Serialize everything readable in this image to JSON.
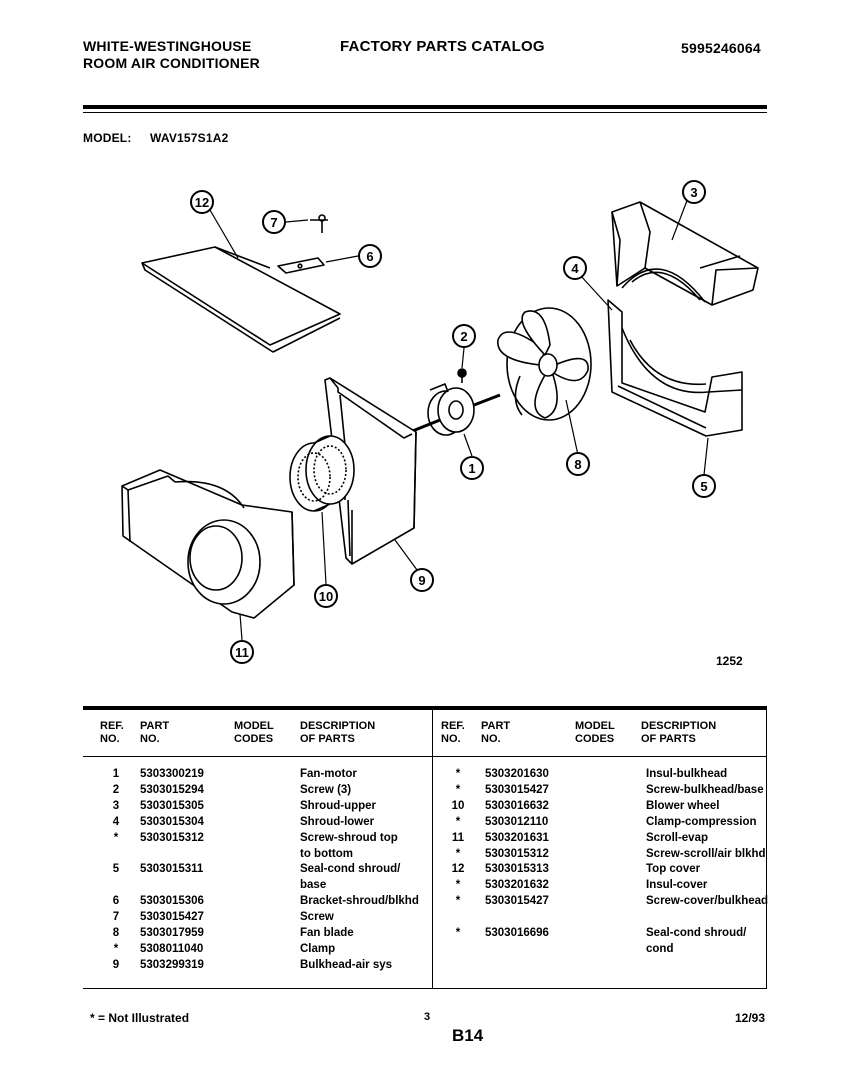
{
  "header": {
    "brand_line1": "WHITE-WESTINGHOUSE",
    "brand_line2": "ROOM AIR CONDITIONER",
    "catalog_title": "FACTORY PARTS CATALOG",
    "catalog_number": "5995246064",
    "model_label": "MODEL:",
    "model_value": "WAV157S1A2"
  },
  "diagram": {
    "figure_code": "1252",
    "callouts": [
      "1",
      "2",
      "3",
      "4",
      "5",
      "6",
      "7",
      "8",
      "9",
      "10",
      "11",
      "12"
    ]
  },
  "table": {
    "headers": {
      "ref": "REF.\nNO.",
      "part": "PART\nNO.",
      "model": "MODEL\nCODES",
      "desc": "DESCRIPTION\nOF PARTS"
    },
    "left_rows": [
      {
        "ref": "1",
        "part": "5303300219",
        "desc": "Fan-motor"
      },
      {
        "ref": "2",
        "part": "5303015294",
        "desc": "Screw (3)"
      },
      {
        "ref": "3",
        "part": "5303015305",
        "desc": "Shroud-upper"
      },
      {
        "ref": "4",
        "part": "5303015304",
        "desc": "Shroud-lower"
      },
      {
        "ref": "*",
        "part": "5303015312",
        "desc": "Screw-shroud top"
      },
      {
        "ref": "",
        "part": "",
        "desc": "to bottom"
      },
      {
        "ref": "5",
        "part": "5303015311",
        "desc": "Seal-cond shroud/"
      },
      {
        "ref": "",
        "part": "",
        "desc": "base"
      },
      {
        "ref": "6",
        "part": "5303015306",
        "desc": "Bracket-shroud/blkhd"
      },
      {
        "ref": "7",
        "part": "5303015427",
        "desc": "Screw"
      },
      {
        "ref": "8",
        "part": "5303017959",
        "desc": "Fan blade"
      },
      {
        "ref": "*",
        "part": "5308011040",
        "desc": "Clamp"
      },
      {
        "ref": "9",
        "part": "5303299319",
        "desc": "Bulkhead-air sys"
      }
    ],
    "right_rows": [
      {
        "ref": "*",
        "part": "5303201630",
        "desc": "Insul-bulkhead"
      },
      {
        "ref": "*",
        "part": "5303015427",
        "desc": "Screw-bulkhead/base"
      },
      {
        "ref": "10",
        "part": "5303016632",
        "desc": "Blower wheel"
      },
      {
        "ref": "*",
        "part": "5303012110",
        "desc": "Clamp-compression"
      },
      {
        "ref": "11",
        "part": "5303201631",
        "desc": "Scroll-evap"
      },
      {
        "ref": "*",
        "part": "5303015312",
        "desc": "Screw-scroll/air blkhd"
      },
      {
        "ref": "12",
        "part": "5303015313",
        "desc": "Top cover"
      },
      {
        "ref": "*",
        "part": "5303201632",
        "desc": "Insul-cover"
      },
      {
        "ref": "*",
        "part": "5303015427",
        "desc": "Screw-cover/bulkhead"
      },
      {
        "ref": "",
        "part": "",
        "desc": ""
      },
      {
        "ref": "*",
        "part": "5303016696",
        "desc": "Seal-cond shroud/"
      },
      {
        "ref": "",
        "part": "",
        "desc": "cond"
      }
    ]
  },
  "footer": {
    "note": "* = Not Illustrated",
    "page_small": "3",
    "page_large": "B14",
    "date": "12/93"
  }
}
